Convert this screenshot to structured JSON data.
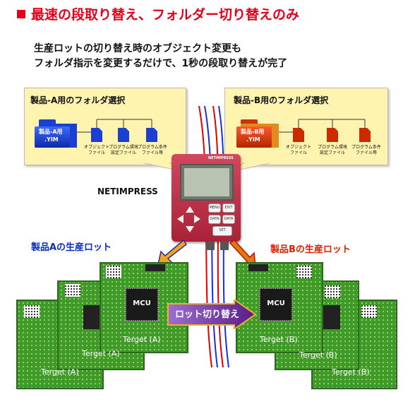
{
  "header": {
    "title": "最速の段取り替え、フォルダー切り替えのみ",
    "line1": "生産ロットの切り替え時のオブジェクト変更も",
    "line2": "フォルダ指示を変更するだけで、1秒の段取り替えが完了"
  },
  "callout_a": {
    "title": "製品-A用のフォルダ選択",
    "folder_line1": "製品-A用",
    "folder_line2": ".YIM",
    "docs": [
      {
        "line1": "オブジェクト",
        "line2": "ファイル"
      },
      {
        "line1": "プログラム環境",
        "line2": "設定ファイル"
      },
      {
        "line1": "プログラム条件",
        "line2": "ファイル等"
      }
    ]
  },
  "callout_b": {
    "title": "製品-B用のフォルダ選択",
    "folder_line1": "製品-B用",
    "folder_line2": ".YIM",
    "docs": [
      {
        "line1": "オブジェクト",
        "line2": "ファイル"
      },
      {
        "line1": "プログラム環境",
        "line2": "設定ファイル"
      },
      {
        "line1": "プログラム条件",
        "line2": "ファイル等"
      }
    ]
  },
  "device": {
    "label": "NETIMPRESS",
    "brand": "NETIMPRESS",
    "keys": [
      "MENU",
      "EXIT",
      "DATA",
      "DATA",
      "SET"
    ]
  },
  "lots": {
    "a": "製品Aの生産ロット",
    "b": "製品Bの生産ロット",
    "switch": "ロット切り替え"
  },
  "boards": {
    "mcu": "MCU",
    "target_a": "Terget (A)",
    "target_b": "Terget (B)"
  },
  "colors": {
    "accent_red": "#e3001b",
    "lot_a_blue": "#0a2bc6",
    "lot_b_red": "#e02000",
    "callout_fill": "#fff3b0",
    "board_green": "#3f9a2a",
    "folder_blue": "#1b3fd1",
    "folder_red": "#cc3300",
    "device_red": "#c0334a",
    "switch_arrow": "#7b1fa2"
  }
}
